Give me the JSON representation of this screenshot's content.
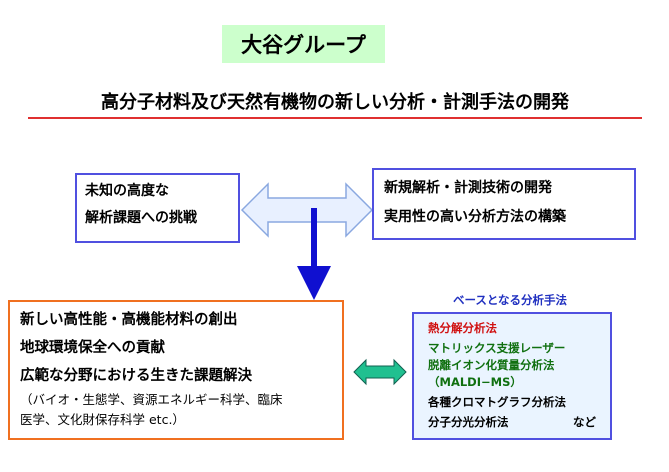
{
  "title": "大谷グループ",
  "subtitle": "高分子材料及び天然有機物の新しい分析・計測手法の開発",
  "challenge": [
    "未知の高度な",
    "解析課題への挑戦"
  ],
  "development": [
    "新規解析・計測技術の開発",
    "実用性の高い分析方法の構築"
  ],
  "goals": {
    "lines": [
      "新しい高性能・高機能材料の創出",
      "地球環境保全への貢献",
      "広範な分野における生きた課題解決"
    ],
    "note": [
      "（バイオ・生態学、資源エネルギー科学、臨床",
      "医学、文化財保存科学 etc.）"
    ]
  },
  "methods": {
    "label": "ベースとなる分析手法",
    "items": [
      "熱分解分析法",
      "マトリックス支援レーザー",
      "脱離イオン化質量分析法",
      "（MALDI−MS）",
      "各種クロマトグラフ分析法",
      "分子分光分析法"
    ],
    "etc": "など"
  },
  "colors": {
    "title_bg": "#ccffcc",
    "rule": "#e03030",
    "box_border": "#5050e0",
    "goals_border": "#f07020",
    "arrow_blue": "#1010d0",
    "arrow_green": "#20c090"
  }
}
